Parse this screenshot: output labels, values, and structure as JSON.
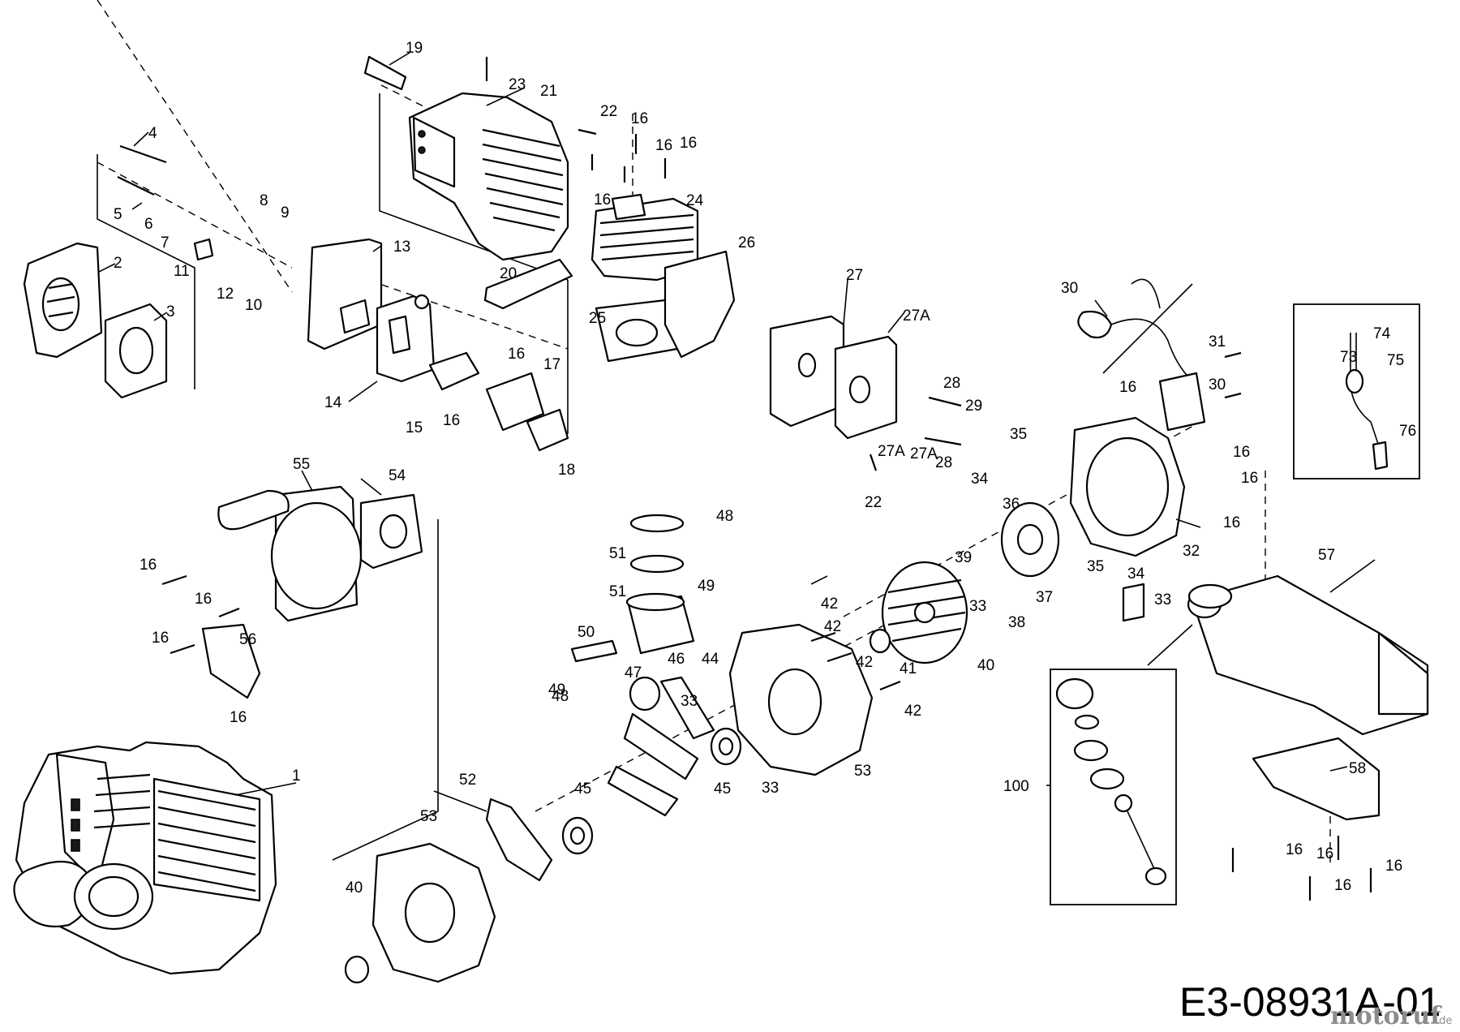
{
  "diagram": {
    "drawing_code": "E3-08931A-01",
    "watermark": {
      "brand": "motoruf",
      "tld": ".de"
    },
    "callouts": [
      "1",
      "2",
      "3",
      "4",
      "5",
      "6",
      "7",
      "8",
      "9",
      "10",
      "11",
      "12",
      "13",
      "14",
      "15",
      "16",
      "17",
      "18",
      "19",
      "20",
      "21",
      "22",
      "23",
      "24",
      "25",
      "26",
      "27",
      "27A",
      "28",
      "29",
      "30",
      "31",
      "32",
      "33",
      "34",
      "35",
      "36",
      "37",
      "38",
      "39",
      "40",
      "41",
      "42",
      "44",
      "45",
      "46",
      "47",
      "48",
      "49",
      "50",
      "51",
      "52",
      "53",
      "54",
      "55",
      "56",
      "57",
      "58",
      "73",
      "74",
      "75",
      "76",
      "100"
    ]
  }
}
